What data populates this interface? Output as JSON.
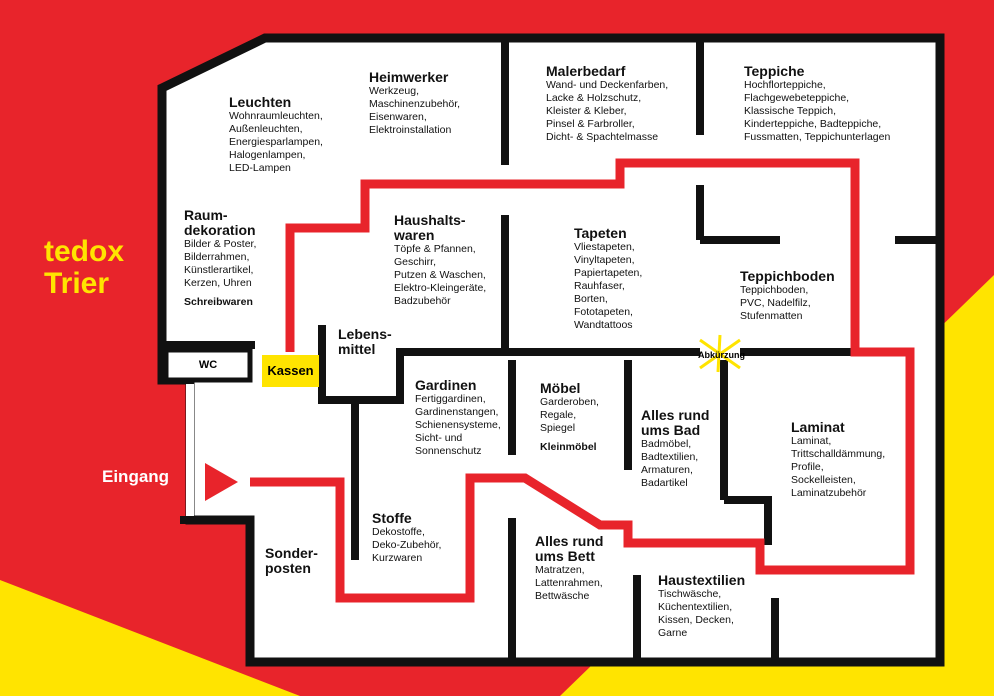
{
  "brand": "tedox\nTrier",
  "entrance": "Eingang",
  "wc": "WC",
  "kassen": "Kassen",
  "shortcut": "Abkürzung",
  "colors": {
    "red": "#e8242b",
    "yellow": "#ffe400",
    "wall": "#111111",
    "floor": "#ffffff"
  },
  "departments": {
    "leuchten": {
      "title": "Leuchten",
      "items": "Wohnraumleuchten,\nAußenleuchten,\nEnergiesparlampen,\nHalogenlampen,\nLED-Lampen"
    },
    "heimwerker": {
      "title": "Heimwerker",
      "items": "Werkzeug,\nMaschinenzubehör,\nEisenwaren,\nElektroinstallation"
    },
    "malerbedarf": {
      "title": "Malerbedarf",
      "items": "Wand- und Deckenfarben,\nLacke & Holzschutz,\nKleister & Kleber,\nPinsel & Farbroller,\nDicht- & Spachtelmasse"
    },
    "teppiche": {
      "title": "Teppiche",
      "items": "Hochflorteppiche,\nFlachgewebeteppiche,\nKlassische Teppich,\nKinderteppiche, Badteppiche,\nFussmatten, Teppichunterlagen"
    },
    "raumdekoration": {
      "title": "Raum-\ndekoration",
      "items": "Bilder & Poster,\nBilderrahmen,\nKünstlerartikel,\nKerzen, Uhren",
      "extra": "Schreibwaren"
    },
    "haushaltswaren": {
      "title": "Haushalts-\nwaren",
      "items": "Töpfe & Pfannen,\nGeschirr,\nPutzen & Waschen,\nElektro-Kleingeräte,\nBadzubehör"
    },
    "tapeten": {
      "title": "Tapeten",
      "items": "Vliestapeten,\nVinyltapeten,\nPapiertapeten,\nRauhfaser,\nBorten,\nFototapeten,\nWandtattoos"
    },
    "teppichboden": {
      "title": "Teppichboden",
      "items": "Teppichboden,\nPVC, Nadelfilz,\nStufenmatten"
    },
    "lebensmittel": {
      "title": "Lebens-\nmittel"
    },
    "gardinen": {
      "title": "Gardinen",
      "items": "Fertiggardinen,\nGardinenstangen,\nSchienensysteme,\nSicht- und\nSonnenschutz"
    },
    "moebel": {
      "title": "Möbel",
      "items": "Garderoben,\nRegale,\nSpiegel",
      "extra": "Kleinmöbel"
    },
    "bad": {
      "title": "Alles rund\nums Bad",
      "items": "Badmöbel,\nBadtextilien,\nArmaturen,\nBadartikel"
    },
    "laminat": {
      "title": "Laminat",
      "items": "Laminat,\nTrittschalldämmung,\nProfile,\nSockelleisten,\nLaminatzubehör"
    },
    "stoffe": {
      "title": "Stoffe",
      "items": "Dekostoffe,\nDeko-Zubehör,\nKurzwaren"
    },
    "sonderposten": {
      "title": "Sonder-\nposten"
    },
    "bett": {
      "title": "Alles rund\nums Bett",
      "items": "Matratzen,\nLattenrahmen,\nBettwäsche"
    },
    "haustextilien": {
      "title": "Haustextilien",
      "items": "Tischwäsche,\nKüchentextilien,\nKissen, Decken,\nGarne"
    }
  }
}
